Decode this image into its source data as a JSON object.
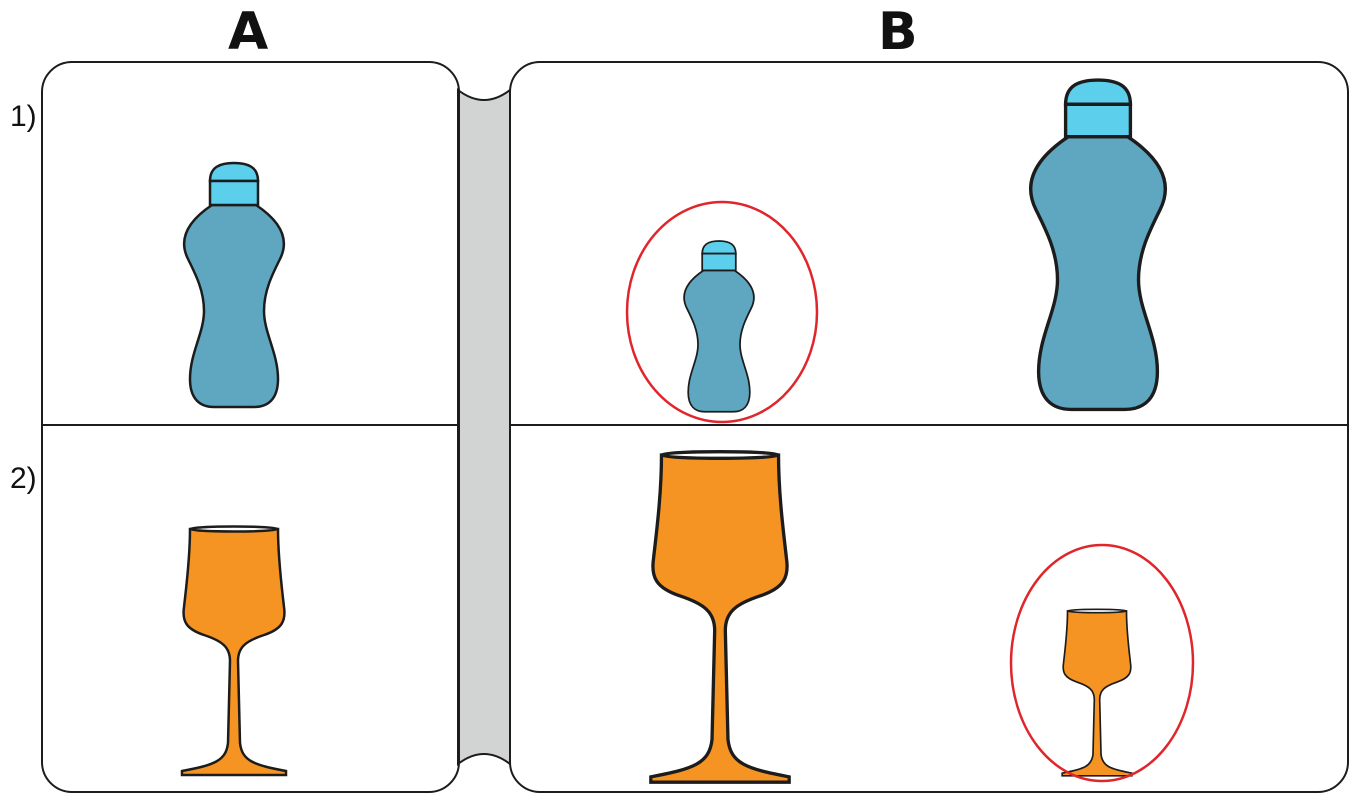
{
  "columns": {
    "a_label": "A",
    "b_label": "B"
  },
  "rows": {
    "row1_label": "1)",
    "row2_label": "2)"
  },
  "panels": {
    "A": {
      "row1": [
        {
          "object": "bottle",
          "size": "medium",
          "circled": false
        }
      ],
      "row2": [
        {
          "object": "wine-glass",
          "size": "medium",
          "circled": false
        }
      ]
    },
    "B": {
      "row1": [
        {
          "object": "bottle",
          "size": "small",
          "circled": true
        },
        {
          "object": "bottle",
          "size": "large",
          "circled": false
        }
      ],
      "row2": [
        {
          "object": "wine-glass",
          "size": "large",
          "circled": false
        },
        {
          "object": "wine-glass",
          "size": "small",
          "circled": true
        }
      ]
    }
  },
  "colors": {
    "bottle_body": "#5fa7c0",
    "bottle_cap": "#5bcfec",
    "glass": "#f59423",
    "circle": "#e0262b",
    "outline": "#1c1c1c",
    "spine": "#d2d4d4"
  }
}
